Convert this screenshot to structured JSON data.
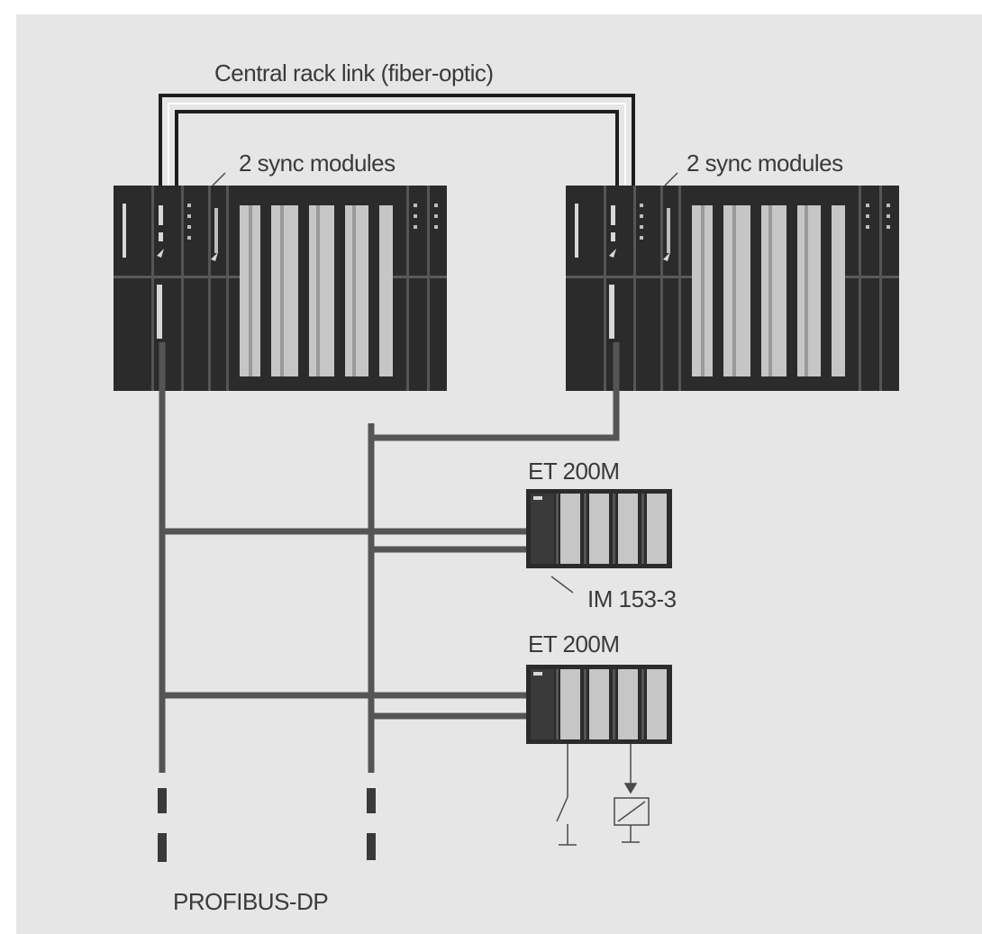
{
  "labels": {
    "central_rack_link": "Central rack link (fiber-optic)",
    "sync_modules_left": "2 sync modules",
    "sync_modules_right": "2 sync modules",
    "et200m_top": "ET 200M",
    "et200m_bottom": "ET 200M",
    "im_module": "IM 153-3",
    "profibus": "PROFIBUS-DP"
  },
  "colors": {
    "background": "#e6e6e6",
    "rack_dark": "#2b2b2b",
    "module_light": "#c6c6c6",
    "bus_line": "#555555",
    "fiber_line": "#1e1e1e",
    "text": "#3a3a3a"
  }
}
